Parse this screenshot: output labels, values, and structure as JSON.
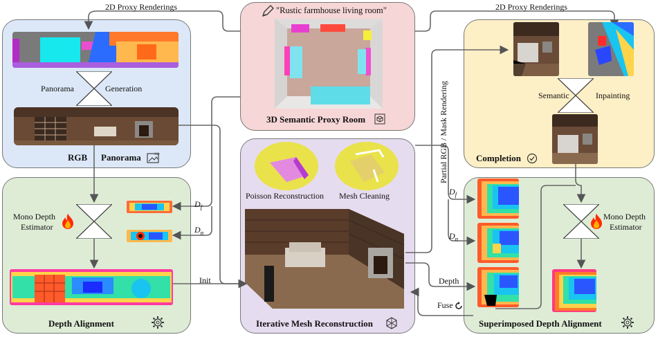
{
  "prompt": "\"Rustic farmhouse living room\"",
  "proxy_room_title": "3D Semantic Proxy Room",
  "proxy_renderings_left": "2D Proxy Renderings",
  "proxy_renderings_right": "2D Proxy Renderings",
  "panorama": {
    "gen_left": "Panorama",
    "gen_right": "Generation",
    "title_a": "RGB",
    "title_b": "Panorama"
  },
  "completion": {
    "sem_left": "Semantic",
    "sem_right": "Inpainting",
    "title": "Completion"
  },
  "depth_alignment": {
    "estimator_line1": "Mono Depth",
    "estimator_line2": "Estimator",
    "df": "D",
    "df_sub": "f",
    "dn": "D",
    "dn_sub": "n",
    "title": "Depth Alignment",
    "init": "Init"
  },
  "mesh": {
    "poisson": "Poisson Reconstruction",
    "cleaning": "Mesh Cleaning",
    "title": "Iterative Mesh Reconstruction",
    "vertical_label": "Partial RGB / Mask Rendering"
  },
  "superimposed": {
    "df": "D",
    "df_sub": "f",
    "dn": "D",
    "dn_sub": "n",
    "depth": "Depth",
    "fuse": "Fuse",
    "estimator_line1": "Mono Depth",
    "estimator_line2": "Estimator",
    "title": "Superimposed Depth Alignment"
  },
  "colors": {
    "blue_panel": "#dce8f7",
    "red_panel": "#f6d6d6",
    "yellow_panel": "#fdefc6",
    "green_panel": "#deecd6",
    "purple_panel": "#e6dcef"
  }
}
